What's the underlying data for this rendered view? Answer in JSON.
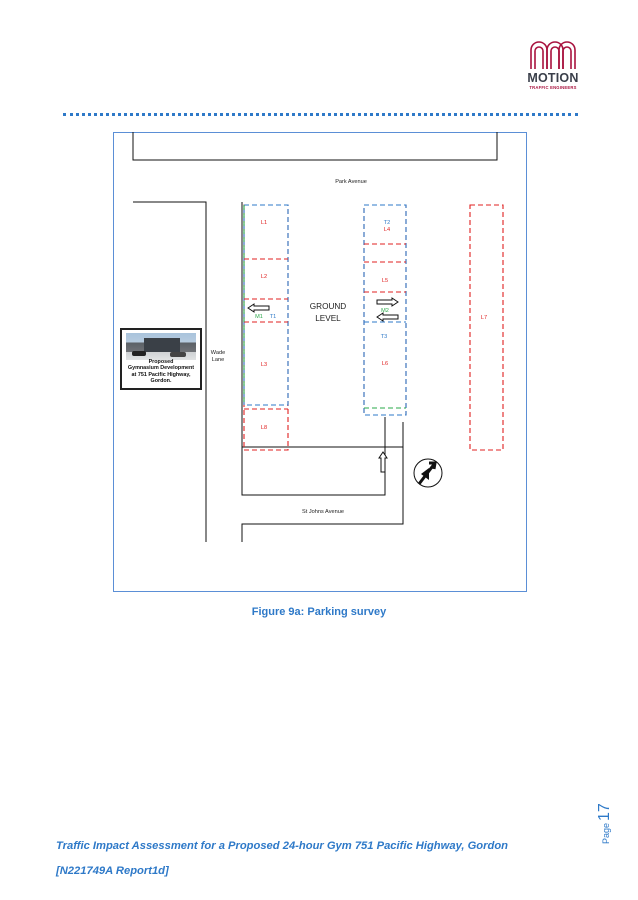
{
  "header": {
    "logo_word": "MOTION",
    "logo_sub": "TRAFFIC ENGINEERS",
    "brand_color": "#a8123e",
    "rule_color": "#2e79c8"
  },
  "plan": {
    "streets": {
      "park_avenue": "Park Avenue",
      "wade_lane": [
        "Wade",
        "Lane"
      ],
      "st_johns_avenue": "St Johns Avenue"
    },
    "level_label": [
      "GROUND",
      "LEVEL"
    ],
    "zones": {
      "l1": "L1",
      "l2": "L2",
      "l3": "L3",
      "l4": "L4",
      "l5": "L5",
      "l6": "L6",
      "l7": "L7",
      "l8": "L8",
      "m1": "M1",
      "m2": "M2",
      "t1": "T1",
      "t2": "T2",
      "t3": "T3"
    },
    "legend_colors": {
      "large_zone": "#e02020",
      "motorbike": "#2aa84a",
      "time_zone": "#2e79c8"
    },
    "site_photo_caption": [
      "Proposed",
      "Gymnasium Development",
      "at 751 Pacific Highway,",
      "Gordon."
    ]
  },
  "caption": "Figure 9a: Parking survey",
  "page": {
    "label": "Page",
    "number": "17"
  },
  "footer": {
    "line1": "Traffic Impact Assessment for a Proposed 24-hour Gym 751 Pacific Highway, Gordon",
    "line2": "[N221749A Report1d]"
  }
}
